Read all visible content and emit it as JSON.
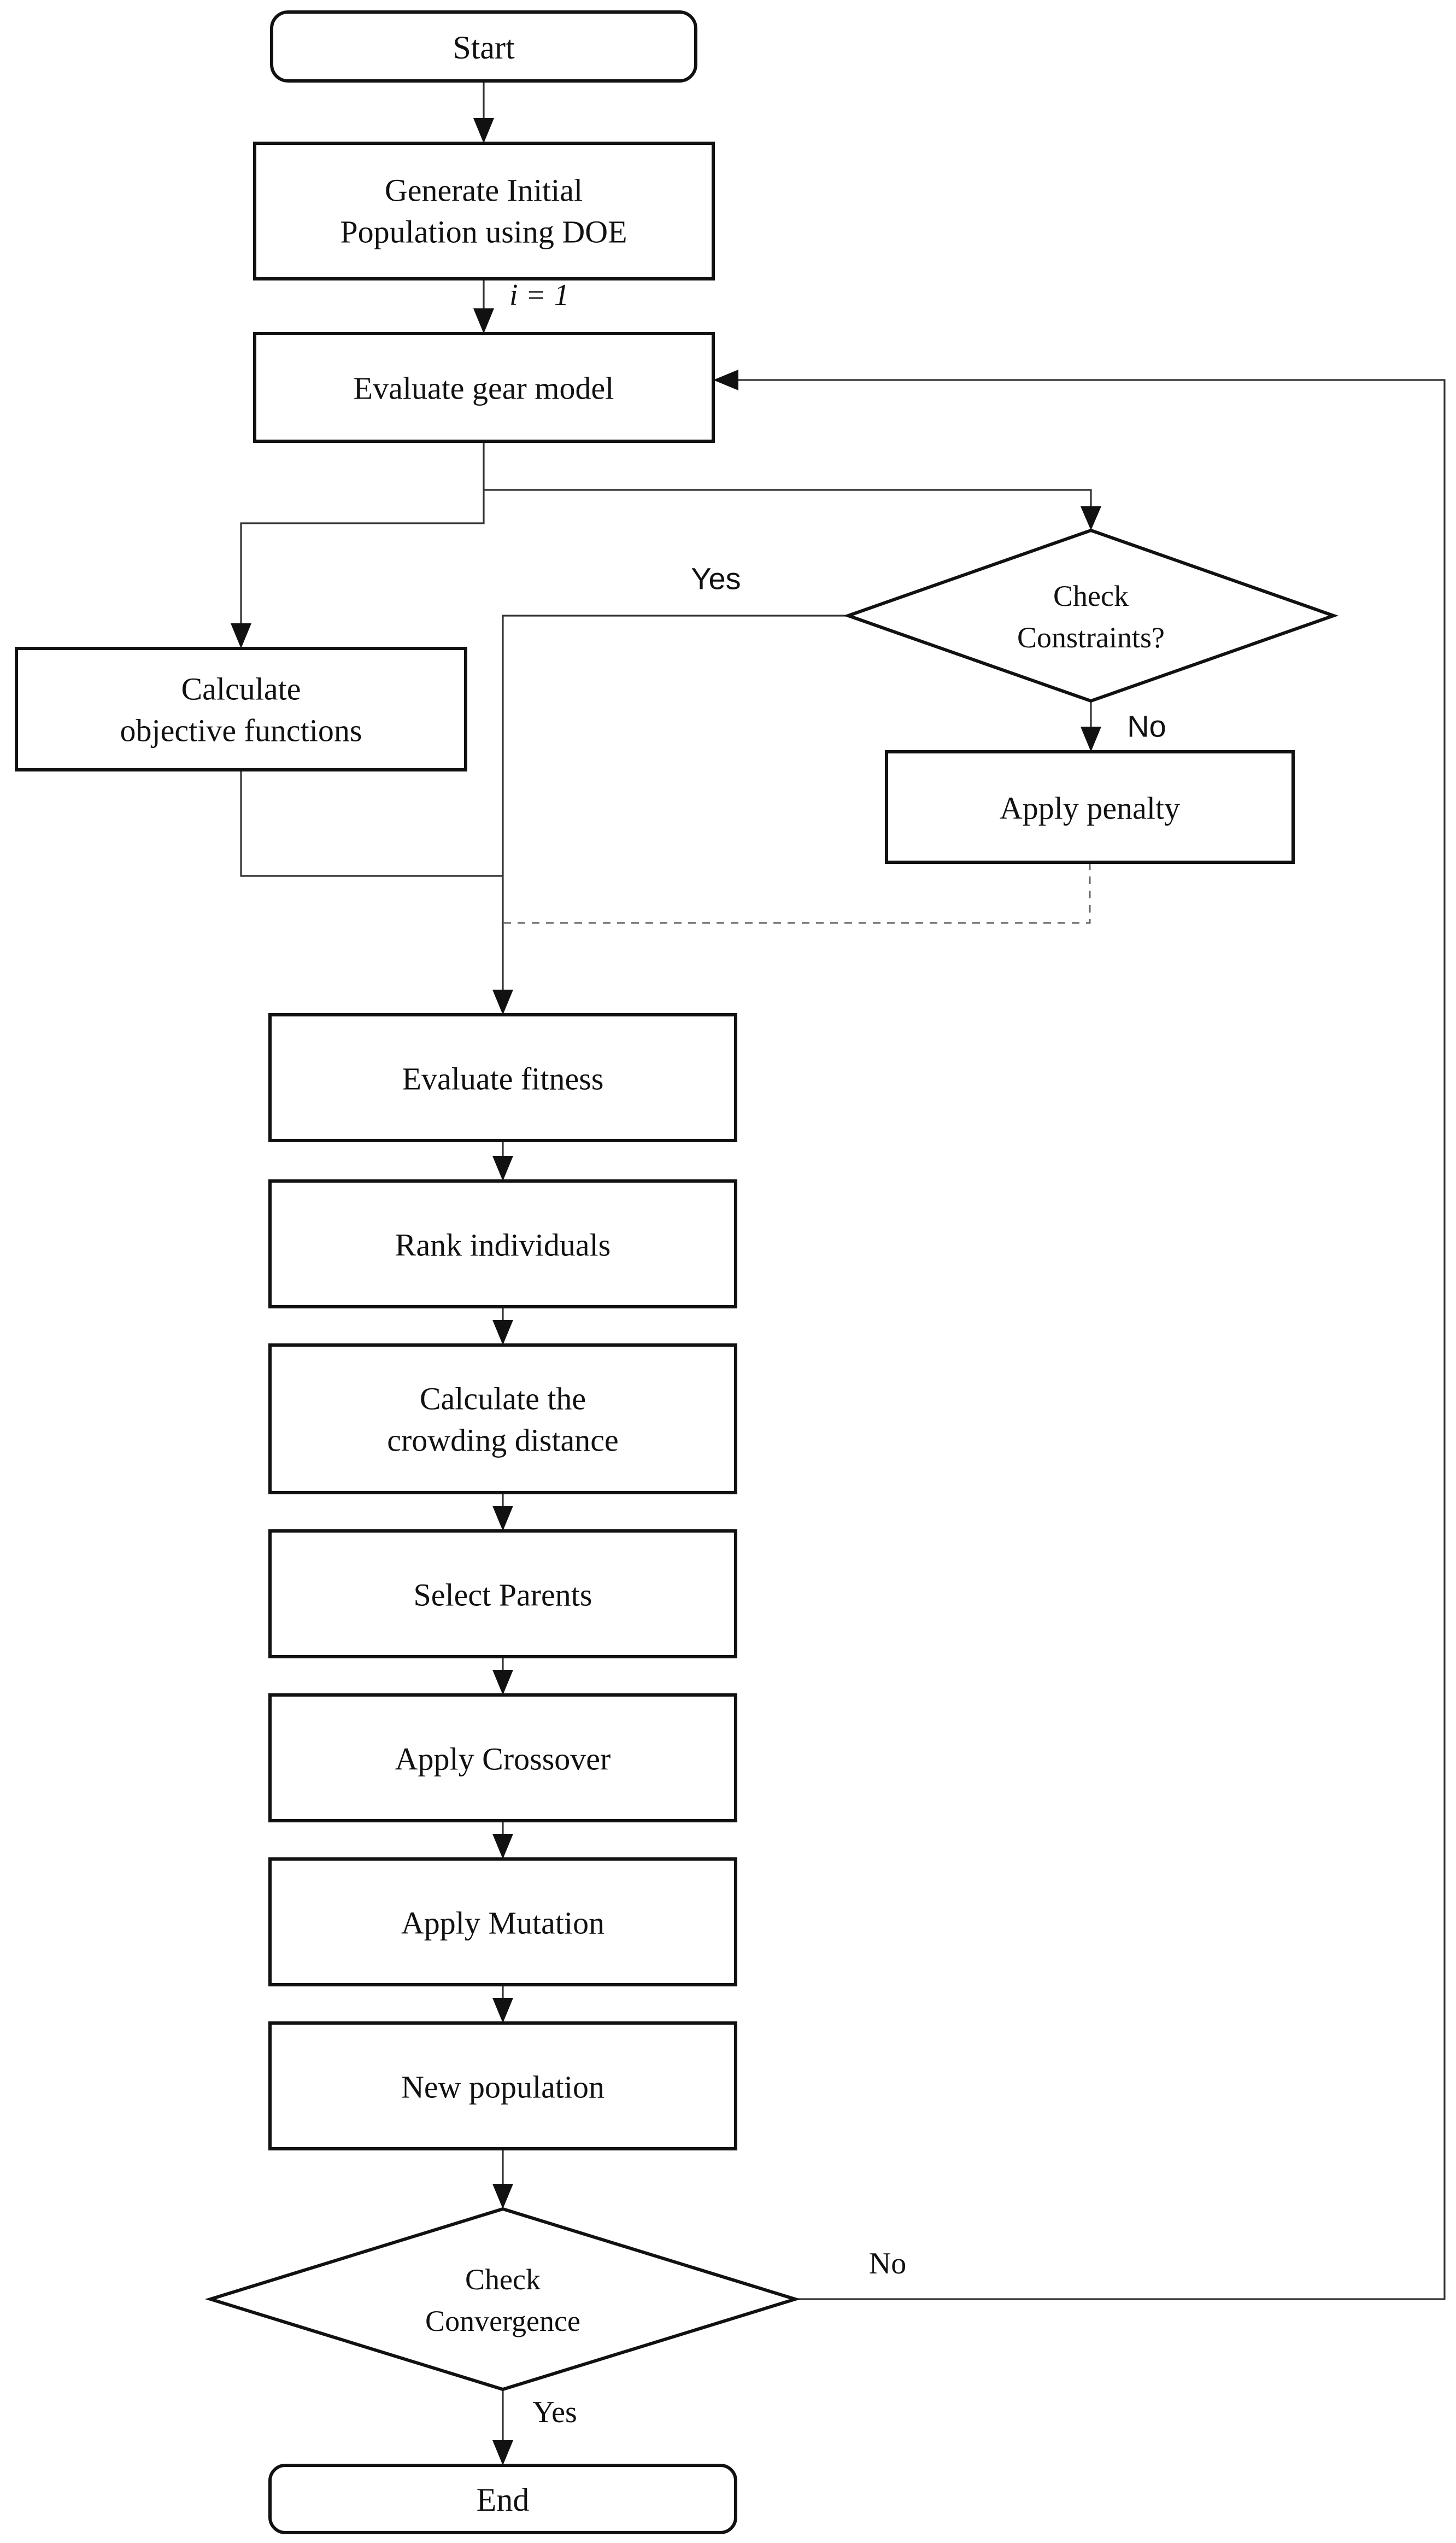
{
  "nodes": {
    "start": {
      "label": "Start"
    },
    "generate": {
      "line1": "Generate Initial",
      "line2": "Population using DOE"
    },
    "evaluate_gear": {
      "label": "Evaluate gear model"
    },
    "calc_objectives": {
      "line1": "Calculate",
      "line2": "objective functions"
    },
    "check_constraints": {
      "line1": "Check",
      "line2": "Constraints?"
    },
    "apply_penalty": {
      "label": "Apply penalty"
    },
    "evaluate_fitness": {
      "label": "Evaluate fitness"
    },
    "rank_individuals": {
      "label": "Rank individuals"
    },
    "crowding": {
      "line1": "Calculate the",
      "line2": "crowding distance"
    },
    "select_parents": {
      "label": "Select Parents"
    },
    "apply_crossover": {
      "label": "Apply Crossover"
    },
    "apply_mutation": {
      "label": "Apply Mutation"
    },
    "new_population": {
      "label": "New population"
    },
    "check_convergence": {
      "line1": "Check",
      "line2": "Convergence"
    },
    "end": {
      "label": "End"
    }
  },
  "edge_labels": {
    "iteration_init": "i = 1",
    "constraints_yes": "Yes",
    "constraints_no": "No",
    "convergence_no": "No",
    "convergence_yes": "Yes"
  },
  "colors": {
    "background": "#ffffff",
    "shape_stroke": "#111111",
    "connector": "#333333",
    "dashed_line": "#666666",
    "text": "#111111"
  }
}
